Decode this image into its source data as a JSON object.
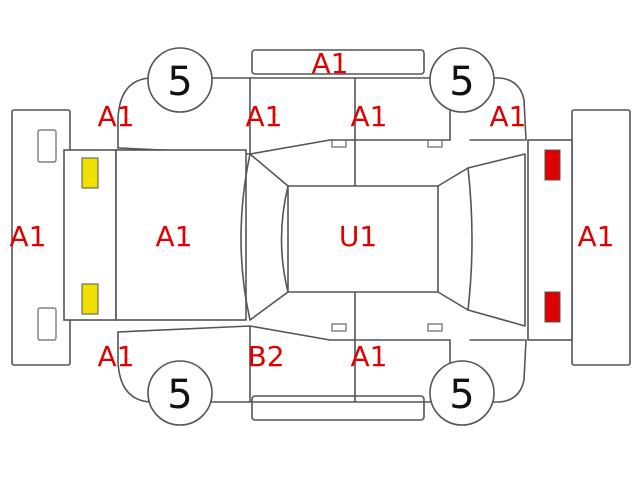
{
  "labels": {
    "roof_top": "A1",
    "front_fender_left": "A1",
    "front_door_left": "A1",
    "rear_door_left": "A1",
    "rear_fender_left": "A1",
    "front_bumper": "A1",
    "hood": "A1",
    "roof": "U1",
    "rear_bumper": "A1",
    "front_fender_right": "A1",
    "front_door_right": "B2",
    "rear_door_right": "A1"
  },
  "tires": {
    "front_left": "5",
    "rear_left": "5",
    "front_right": "5",
    "rear_right": "5"
  },
  "colors": {
    "code_text": "#e00000",
    "front_lamp": "#f0e000",
    "rear_lamp": "#e00000",
    "outline": "#555555"
  }
}
